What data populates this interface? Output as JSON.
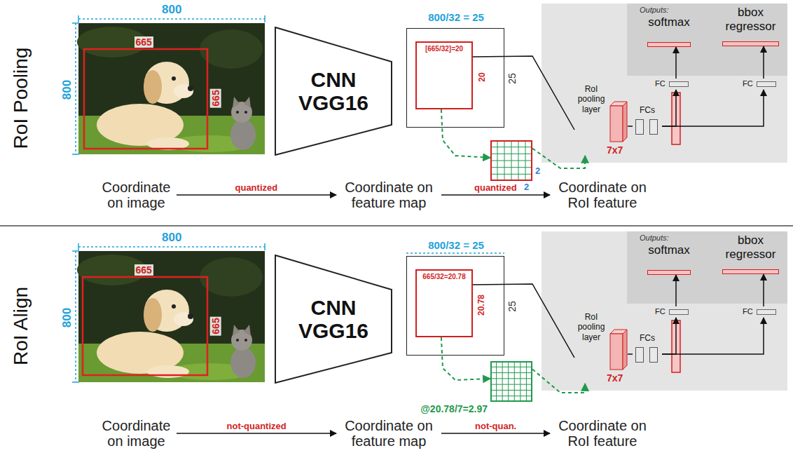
{
  "diagram": {
    "nodes": [
      {
        "text": [
          "CNN VGG16"
        ]
      },
      {
        "text": [
          "800/32 = 25",
          "25"
        ]
      },
      {
        "text": [
          "[665/32]=20",
          "20"
        ],
        "in": 1
      },
      {
        "text": [
          "2",
          "2"
        ]
      },
      {
        "text": [
          "Outputs:"
        ]
      },
      {
        "text": [
          "softmax"
        ],
        "in": 4
      },
      {
        "text": [
          "bbox regressor"
        ],
        "in": 4
      },
      {
        "text": [
          "RoI pooling layer",
          "7x7"
        ]
      },
      {
        "text": [
          "FCs"
        ]
      },
      {
        "text": [
          "FC"
        ]
      },
      {
        "text": [
          "FC"
        ]
      },
      {
        "text": [
          "Coordinate on image"
        ]
      },
      {
        "text": [
          "Coordinate on feature map"
        ]
      },
      {
        "text": [
          "Coordinate on RoI feature"
        ]
      },
      {
        "text": [
          "CNN VGG16"
        ]
      },
      {
        "text": [
          "800/32 = 25",
          "25"
        ]
      },
      {
        "text": [
          "665/32=20.78",
          "20.78"
        ],
        "in": 15
      },
      {
        "text": [
          "@20.78/7=2.97"
        ]
      },
      {
        "text": [
          "Outputs:"
        ]
      },
      {
        "text": [
          "softmax"
        ],
        "in": 18
      },
      {
        "text": [
          "bbox regressor"
        ],
        "in": 18
      },
      {
        "text": [
          "RoI pooling layer",
          "7x7"
        ]
      },
      {
        "text": [
          "FCs"
        ]
      },
      {
        "text": [
          "FC"
        ]
      },
      {
        "text": [
          "FC"
        ]
      },
      {
        "text": [
          "Coordinate on image"
        ]
      },
      {
        "text": [
          "Coordinate on feature map"
        ]
      },
      {
        "text": [
          "Coordinate on RoI feature"
        ]
      }
    ],
    "edges": [
      {
        "from": 2,
        "to": 3,
        "arrow": "to"
      },
      {
        "from": 3,
        "to": 7,
        "arrow": "to"
      },
      {
        "from": 2,
        "to": 7,
        "arrow": "none"
      },
      {
        "from": 7,
        "to": 8,
        "arrow": "none"
      },
      {
        "from": 8,
        "to": 9,
        "arrow": "to"
      },
      {
        "from": 8,
        "to": 10,
        "arrow": "to"
      },
      {
        "from": 9,
        "to": 5,
        "arrow": "to"
      },
      {
        "from": 10,
        "to": 6,
        "arrow": "to"
      },
      {
        "from": 11,
        "to": 12,
        "label": "quantized",
        "arrow": "to"
      },
      {
        "from": 12,
        "to": 13,
        "label": "quantized",
        "arrow": "to"
      },
      {
        "from": 16,
        "to": 17,
        "arrow": "to"
      },
      {
        "from": 17,
        "to": 21,
        "arrow": "to"
      },
      {
        "from": 16,
        "to": 21,
        "arrow": "none"
      },
      {
        "from": 21,
        "to": 22,
        "arrow": "none"
      },
      {
        "from": 22,
        "to": 23,
        "arrow": "to"
      },
      {
        "from": 22,
        "to": 24,
        "arrow": "to"
      },
      {
        "from": 23,
        "to": 19,
        "arrow": "to"
      },
      {
        "from": 24,
        "to": 20,
        "arrow": "to"
      },
      {
        "from": 25,
        "to": 26,
        "label": "not-quantized",
        "arrow": "to"
      },
      {
        "from": 26,
        "to": 27,
        "label": "not-quan.",
        "arrow": "to"
      }
    ],
    "labels": [
      "RoI Pooling",
      "800",
      "800",
      "665",
      "665",
      "RoI Align",
      "800",
      "800",
      "665",
      "665"
    ]
  }
}
